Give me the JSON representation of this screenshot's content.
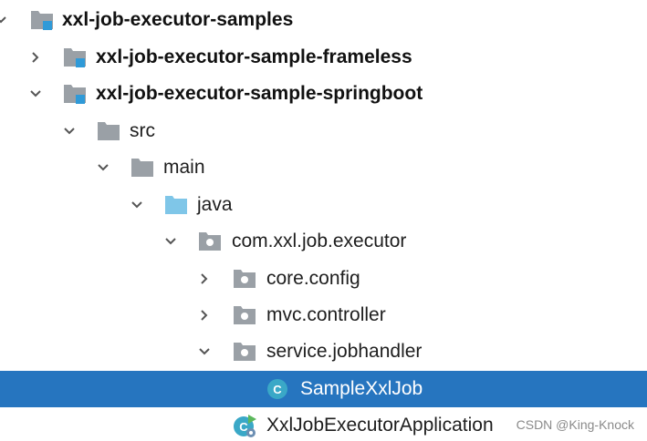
{
  "tree": {
    "root": {
      "label": "xxl-job-executor-samples",
      "expanded": true,
      "icon": "module-folder-icon"
    },
    "frameless": {
      "label": "xxl-job-executor-sample-frameless",
      "expanded": false,
      "icon": "module-folder-icon"
    },
    "springboot": {
      "label": "xxl-job-executor-sample-springboot",
      "expanded": true,
      "icon": "module-folder-icon"
    },
    "src": {
      "label": "src",
      "expanded": true,
      "icon": "folder-icon"
    },
    "main": {
      "label": "main",
      "expanded": true,
      "icon": "folder-icon"
    },
    "java": {
      "label": "java",
      "expanded": true,
      "icon": "source-root-folder-icon"
    },
    "package_executor": {
      "label": "com.xxl.job.executor",
      "expanded": true,
      "icon": "package-icon"
    },
    "package_core_config": {
      "label": "core.config",
      "expanded": false,
      "icon": "package-icon"
    },
    "package_mvc_controller": {
      "label": "mvc.controller",
      "expanded": false,
      "icon": "package-icon"
    },
    "package_service_jobhandler": {
      "label": "service.jobhandler",
      "expanded": true,
      "icon": "package-icon"
    },
    "sample_xxl_job": {
      "label": "SampleXxlJob",
      "selected": true,
      "icon": "class-icon"
    },
    "executor_application": {
      "label": "XxlJobExecutorApplication",
      "icon": "spring-boot-application-class-icon"
    }
  },
  "watermark": "CSDN @King-Knock",
  "colors": {
    "selection": "#2675bf",
    "folder": "#9aa0a6",
    "source_root": "#7fc6e8",
    "module_marker": "#2f9ad8",
    "class_circle": "#3aa8c7"
  }
}
